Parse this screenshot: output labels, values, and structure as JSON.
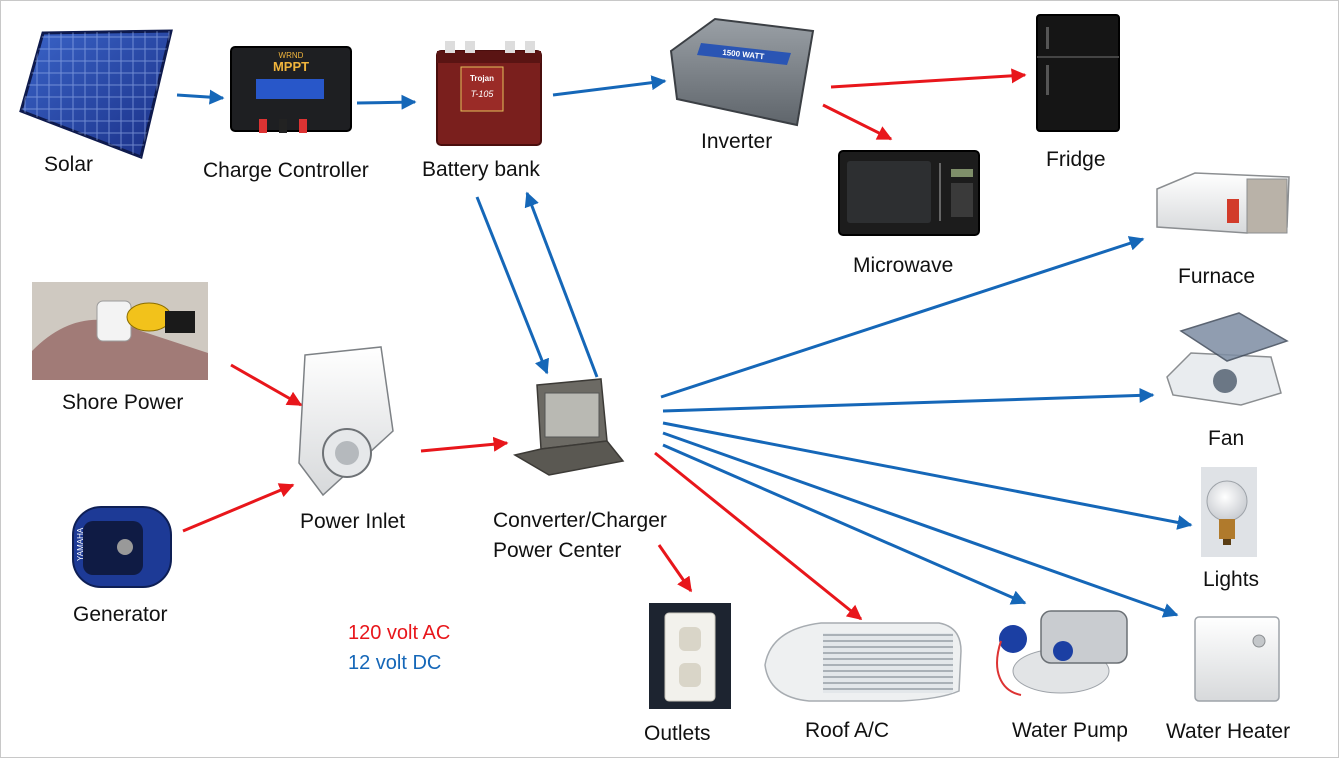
{
  "colors": {
    "ac": "#e8161b",
    "dc": "#1567b8"
  },
  "components": {
    "solar": "Solar",
    "charge_controller": "Charge Controller",
    "battery_bank": "Battery bank",
    "inverter": "Inverter",
    "fridge": "Fridge",
    "microwave": "Microwave",
    "furnace": "Furnace",
    "fan": "Fan",
    "lights": "Lights",
    "water_heater": "Water Heater",
    "water_pump": "Water Pump",
    "roof_ac": "Roof A/C",
    "outlets": "Outlets",
    "shore_power": "Shore Power",
    "generator": "Generator",
    "power_inlet": "Power Inlet",
    "converter_line1": "Converter/Charger",
    "converter_line2": "Power Center"
  },
  "image_text": {
    "charge_controller_brand": "WRND",
    "charge_controller_model": "MPPT",
    "battery_brand": "Trojan",
    "battery_model": "T-105",
    "inverter_rating": "1500 WATT",
    "generator_brand": "YAMAHA"
  },
  "legend": {
    "ac": "120 volt AC",
    "dc": "12 volt DC"
  },
  "connections": [
    {
      "from": "solar",
      "to": "charge_controller",
      "type": "dc"
    },
    {
      "from": "charge_controller",
      "to": "battery_bank",
      "type": "dc"
    },
    {
      "from": "battery_bank",
      "to": "inverter",
      "type": "dc"
    },
    {
      "from": "inverter",
      "to": "fridge",
      "type": "ac"
    },
    {
      "from": "inverter",
      "to": "microwave",
      "type": "ac"
    },
    {
      "from": "battery_bank",
      "to": "converter",
      "type": "dc"
    },
    {
      "from": "converter",
      "to": "battery_bank",
      "type": "dc"
    },
    {
      "from": "shore_power",
      "to": "power_inlet",
      "type": "ac"
    },
    {
      "from": "generator",
      "to": "power_inlet",
      "type": "ac"
    },
    {
      "from": "power_inlet",
      "to": "converter",
      "type": "ac"
    },
    {
      "from": "converter",
      "to": "furnace",
      "type": "dc"
    },
    {
      "from": "converter",
      "to": "fan",
      "type": "dc"
    },
    {
      "from": "converter",
      "to": "lights",
      "type": "dc"
    },
    {
      "from": "converter",
      "to": "water_heater",
      "type": "dc"
    },
    {
      "from": "converter",
      "to": "water_pump",
      "type": "dc"
    },
    {
      "from": "converter",
      "to": "roof_ac",
      "type": "ac"
    },
    {
      "from": "converter",
      "to": "outlets",
      "type": "ac"
    }
  ]
}
